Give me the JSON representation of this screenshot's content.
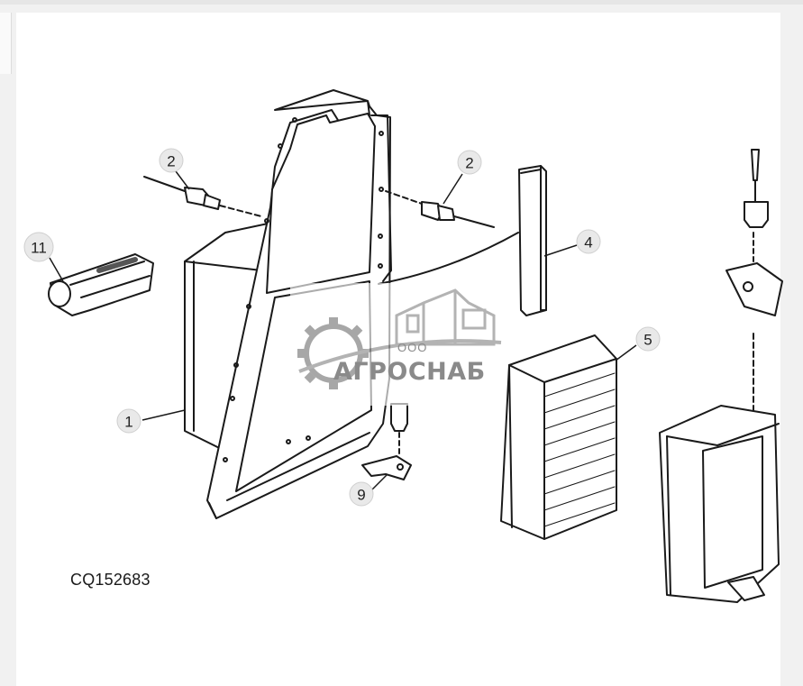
{
  "diagram": {
    "drawing_code": "CQ152683",
    "callouts": [
      {
        "id": "1",
        "label": "1"
      },
      {
        "id": "2a",
        "label": "2"
      },
      {
        "id": "2b",
        "label": "2"
      },
      {
        "id": "4",
        "label": "4"
      },
      {
        "id": "5",
        "label": "5"
      },
      {
        "id": "9",
        "label": "9"
      },
      {
        "id": "11",
        "label": "11"
      }
    ]
  },
  "watermark": {
    "company_prefix": "ООО",
    "company_name": "АГРОСНАБ"
  },
  "colors": {
    "line": "#1a1a1a",
    "callout_fill": "#e9e9e9",
    "watermark": "#8a8a8a"
  }
}
